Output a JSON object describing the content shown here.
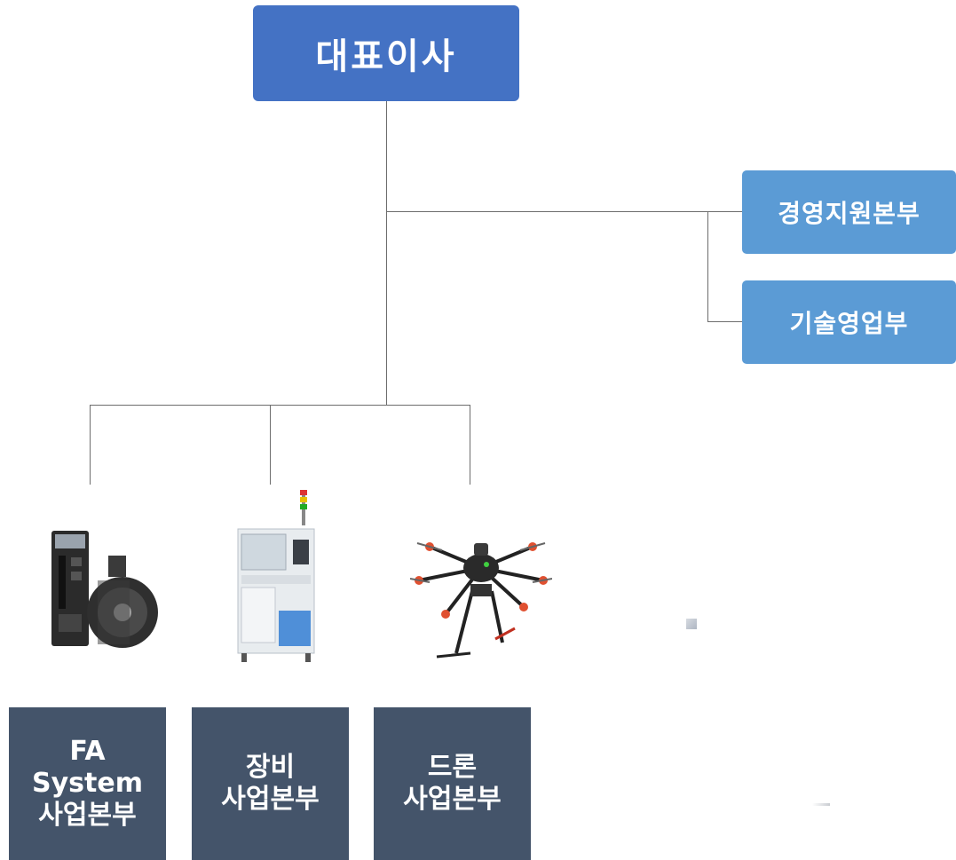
{
  "ceo": {
    "label": "대표이사"
  },
  "staff": [
    {
      "label": "경영지원본부"
    },
    {
      "label": "기술영업부"
    }
  ],
  "divisions": [
    {
      "line1": "FA",
      "line2": "System",
      "line3": "사업본부",
      "image": "servo-motor-image"
    },
    {
      "line1": "장비",
      "line2": "사업본부",
      "line3": "",
      "image": "equipment-machine-image"
    },
    {
      "line1": "드론",
      "line2": "사업본부",
      "line3": "",
      "image": "drone-image"
    }
  ],
  "colors": {
    "ceo": "#4472c4",
    "staff": "#5b9bd5",
    "division": "#44546a",
    "connector": "#6d6d6d"
  }
}
